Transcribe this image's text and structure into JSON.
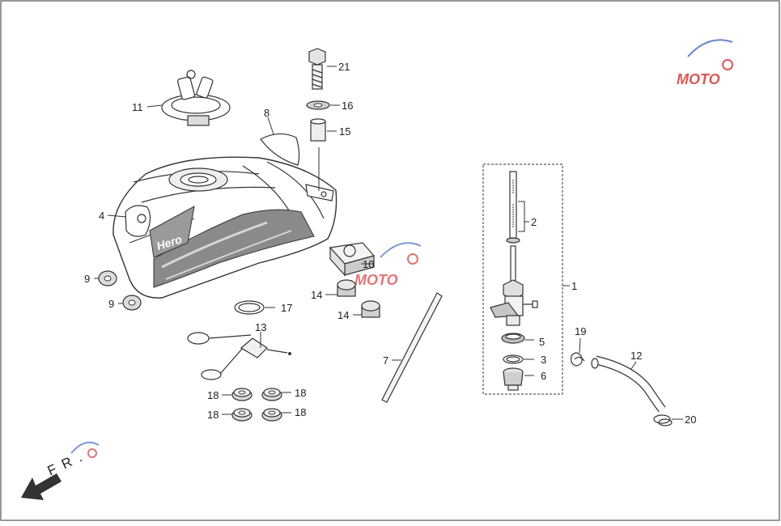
{
  "colors": {
    "ink": "#333333",
    "shade": "#8a8a8a",
    "light": "#d6d6d6",
    "watermark_red": "#d23b3b",
    "watermark_blue": "#4a6fc4"
  },
  "watermark_text": "MOTO",
  "tank_brand": "Hero",
  "front_label": "F R .",
  "labels": [
    {
      "id": "1",
      "text": "1"
    },
    {
      "id": "2",
      "text": "2"
    },
    {
      "id": "3",
      "text": "3"
    },
    {
      "id": "4",
      "text": "4"
    },
    {
      "id": "5",
      "text": "5"
    },
    {
      "id": "6",
      "text": "6"
    },
    {
      "id": "7",
      "text": "7"
    },
    {
      "id": "8",
      "text": "8"
    },
    {
      "id": "9a",
      "text": "9"
    },
    {
      "id": "9b",
      "text": "9"
    },
    {
      "id": "10",
      "text": "10"
    },
    {
      "id": "11",
      "text": "11"
    },
    {
      "id": "12",
      "text": "12"
    },
    {
      "id": "13",
      "text": "13"
    },
    {
      "id": "14a",
      "text": "14"
    },
    {
      "id": "14b",
      "text": "14"
    },
    {
      "id": "15",
      "text": "15"
    },
    {
      "id": "16",
      "text": "16"
    },
    {
      "id": "17",
      "text": "17"
    },
    {
      "id": "18a",
      "text": "18"
    },
    {
      "id": "18b",
      "text": "18"
    },
    {
      "id": "18c",
      "text": "18"
    },
    {
      "id": "18d",
      "text": "18"
    },
    {
      "id": "19",
      "text": "19"
    },
    {
      "id": "20",
      "text": "20"
    },
    {
      "id": "21",
      "text": "21"
    }
  ]
}
